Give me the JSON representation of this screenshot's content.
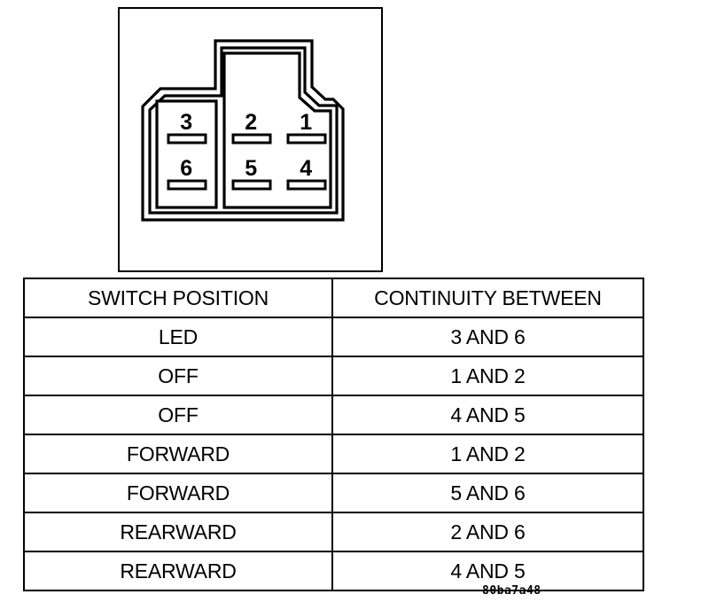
{
  "figure": {
    "reference_code": "80ba7a48",
    "connector": {
      "description": "six-terminal switch connector face view",
      "pins": [
        {
          "label": "3",
          "row": "top",
          "group": "left"
        },
        {
          "label": "2",
          "row": "top",
          "group": "right"
        },
        {
          "label": "1",
          "row": "top",
          "group": "right"
        },
        {
          "label": "6",
          "row": "bottom",
          "group": "left"
        },
        {
          "label": "5",
          "row": "bottom",
          "group": "right"
        },
        {
          "label": "4",
          "row": "bottom",
          "group": "right"
        }
      ]
    }
  },
  "table": {
    "headers": [
      "SWITCH POSITION",
      "CONTINUITY BETWEEN"
    ],
    "rows": [
      {
        "position": "LED",
        "continuity": "3 AND 6"
      },
      {
        "position": "OFF",
        "continuity": "1 AND 2"
      },
      {
        "position": "OFF",
        "continuity": "4 AND 5"
      },
      {
        "position": "FORWARD",
        "continuity": "1 AND 2"
      },
      {
        "position": "FORWARD",
        "continuity": "5 AND 6"
      },
      {
        "position": "REARWARD",
        "continuity": "2 AND 6"
      },
      {
        "position": "REARWARD",
        "continuity": "4 AND 5"
      }
    ]
  },
  "colors": {
    "line": "#000000",
    "background": "#ffffff"
  }
}
